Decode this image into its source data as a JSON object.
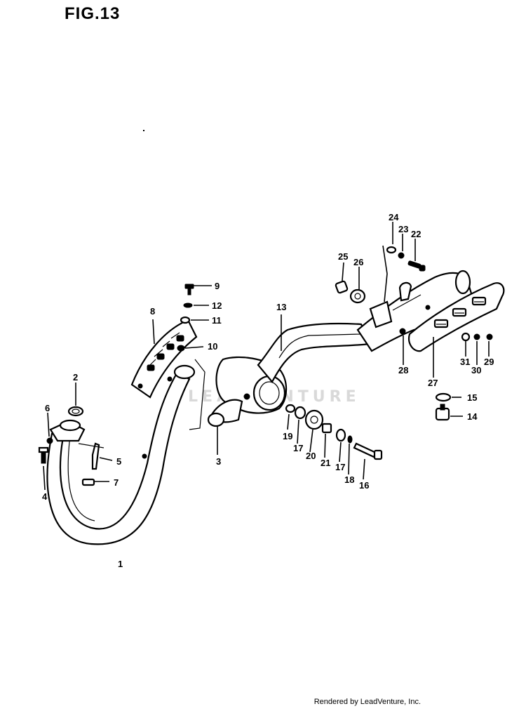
{
  "title": "FIG.13",
  "footer": "Rendered by LeadVenture, Inc.",
  "watermark": "LEADVENTURE",
  "callouts": [
    "1",
    "2",
    "3",
    "4",
    "5",
    "6",
    "7",
    "8",
    "9",
    "10",
    "11",
    "12",
    "13",
    "14",
    "15",
    "16",
    "17",
    "17",
    "18",
    "19",
    "20",
    "21",
    "22",
    "23",
    "24",
    "25",
    "26",
    "27",
    "28",
    "29",
    "30",
    "31"
  ]
}
